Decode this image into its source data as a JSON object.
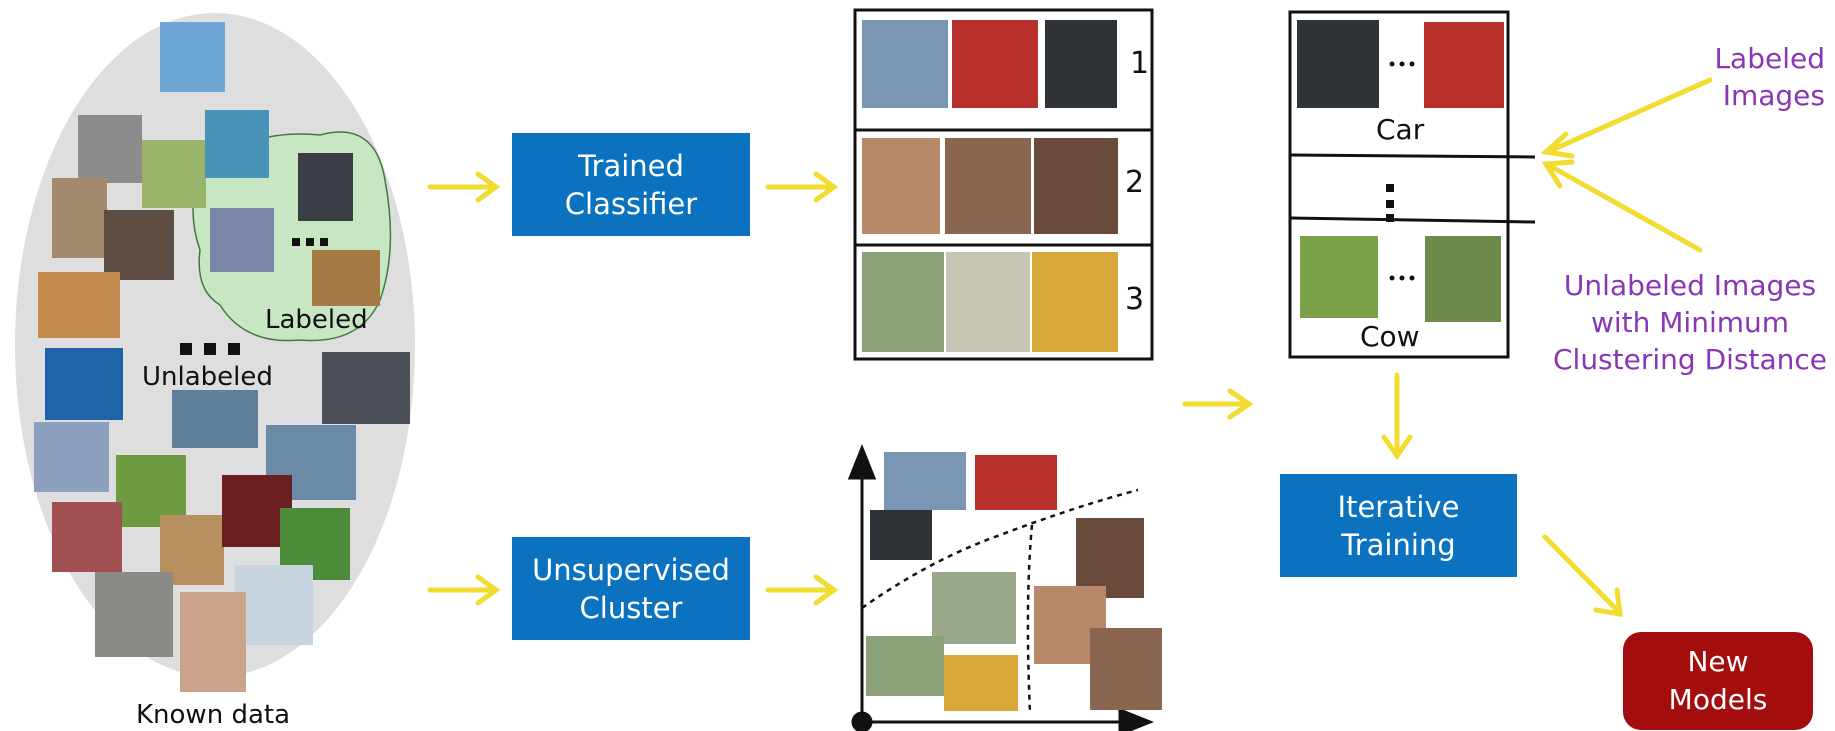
{
  "known_data": {
    "caption": "Known data",
    "labeled_label": "Labeled",
    "unlabeled_label": "Unlabeled"
  },
  "process": {
    "trained_classifier": [
      "Trained",
      "Classifier"
    ],
    "unsupervised_cluster": [
      "Unsupervised",
      "Cluster"
    ],
    "iterative_training": [
      "Iterative",
      "Training"
    ],
    "new_models": [
      "New",
      "Models"
    ]
  },
  "classifier_groups": [
    "1",
    "2",
    "3"
  ],
  "selection": {
    "top_class": "Car",
    "bottom_class": "Cow"
  },
  "annotations": {
    "labeled_images": [
      "Labeled",
      "Images"
    ],
    "unlabeled_images": [
      "Unlabeled Images",
      "with Minimum",
      "Clustering Distance"
    ]
  },
  "colors": {
    "process_box": "#0b72c0",
    "output_box": "#a30d0d",
    "arrow": "#f1dc2f",
    "annotation_text": "#8a37b5",
    "labeled_region": "#c9e6c4",
    "data_ellipse": "#dedede"
  }
}
